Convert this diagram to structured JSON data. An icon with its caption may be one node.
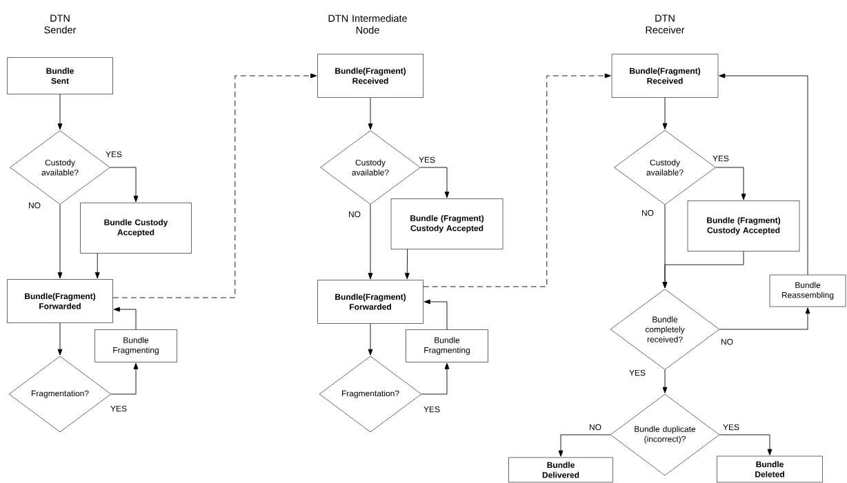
{
  "diagram": {
    "nodes": [
      {
        "text": [
          "Bundle Sent"
        ]
      },
      {
        "text": [
          "Custody available?"
        ]
      },
      {
        "text": [
          "Bundle Custody Accepted"
        ]
      },
      {
        "text": [
          "Bundle(Fragment) Forwarded"
        ]
      },
      {
        "text": [
          "Bundle Fragmenting"
        ]
      },
      {
        "text": [
          "Fragmentation?"
        ]
      },
      {
        "text": [
          "Bundle(Fragment) Received"
        ]
      },
      {
        "text": [
          "Custody available?"
        ]
      },
      {
        "text": [
          "Bundle (Fragment) Custody Accepted"
        ]
      },
      {
        "text": [
          "Bundle(Fragment) Forwarded"
        ]
      },
      {
        "text": [
          "Bundle Fragmenting"
        ]
      },
      {
        "text": [
          "Fragmentation?"
        ]
      },
      {
        "text": [
          "Bundle(Fragment) Received"
        ]
      },
      {
        "text": [
          "Custody available?"
        ]
      },
      {
        "text": [
          "Bundle (Fragment) Custody Accepted"
        ]
      },
      {
        "text": [
          "Bundle Reassembling"
        ]
      },
      {
        "text": [
          "Bundle completely received?"
        ]
      },
      {
        "text": [
          "Bundle duplicate (incorrect)?"
        ]
      },
      {
        "text": [
          "Bundle Delivered"
        ]
      },
      {
        "text": [
          "Bundle Deleted"
        ]
      }
    ],
    "edges": [
      {
        "from": 0,
        "to": 1,
        "arrow": "to"
      },
      {
        "from": 1,
        "to": 2,
        "arrow": "to",
        "label": "YES"
      },
      {
        "from": 1,
        "to": 3,
        "arrow": "to",
        "label": "NO"
      },
      {
        "from": 2,
        "to": 3,
        "arrow": "to"
      },
      {
        "from": 3,
        "to": 5,
        "arrow": "to"
      },
      {
        "from": 5,
        "to": 4,
        "arrow": "to",
        "label": "YES"
      },
      {
        "from": 4,
        "to": 3,
        "arrow": "to"
      },
      {
        "from": 3,
        "to": 6,
        "arrow": "to",
        "style": "dashed"
      },
      {
        "from": 6,
        "to": 7,
        "arrow": "to"
      },
      {
        "from": 7,
        "to": 8,
        "arrow": "to",
        "label": "YES"
      },
      {
        "from": 7,
        "to": 9,
        "arrow": "to",
        "label": "NO"
      },
      {
        "from": 8,
        "to": 9,
        "arrow": "to"
      },
      {
        "from": 9,
        "to": 11,
        "arrow": "to"
      },
      {
        "from": 11,
        "to": 10,
        "arrow": "to",
        "label": "YES"
      },
      {
        "from": 10,
        "to": 9,
        "arrow": "to"
      },
      {
        "from": 9,
        "to": 12,
        "arrow": "to",
        "style": "dashed"
      },
      {
        "from": 12,
        "to": 13,
        "arrow": "to"
      },
      {
        "from": 13,
        "to": 14,
        "arrow": "to",
        "label": "YES"
      },
      {
        "from": 13,
        "to": 16,
        "arrow": "to",
        "label": "NO"
      },
      {
        "from": 14,
        "to": 16,
        "arrow": "to"
      },
      {
        "from": 16,
        "to": 15,
        "arrow": "to",
        "label": "NO"
      },
      {
        "from": 15,
        "to": 12,
        "arrow": "to"
      },
      {
        "from": 16,
        "to": 17,
        "arrow": "to",
        "label": "YES"
      },
      {
        "from": 17,
        "to": 18,
        "arrow": "to",
        "label": "NO"
      },
      {
        "from": 17,
        "to": 19,
        "arrow": "to",
        "label": "YES"
      }
    ],
    "labels": [
      "DTN Sender",
      "DTN Intermediate Node",
      "DTN Receiver"
    ]
  }
}
